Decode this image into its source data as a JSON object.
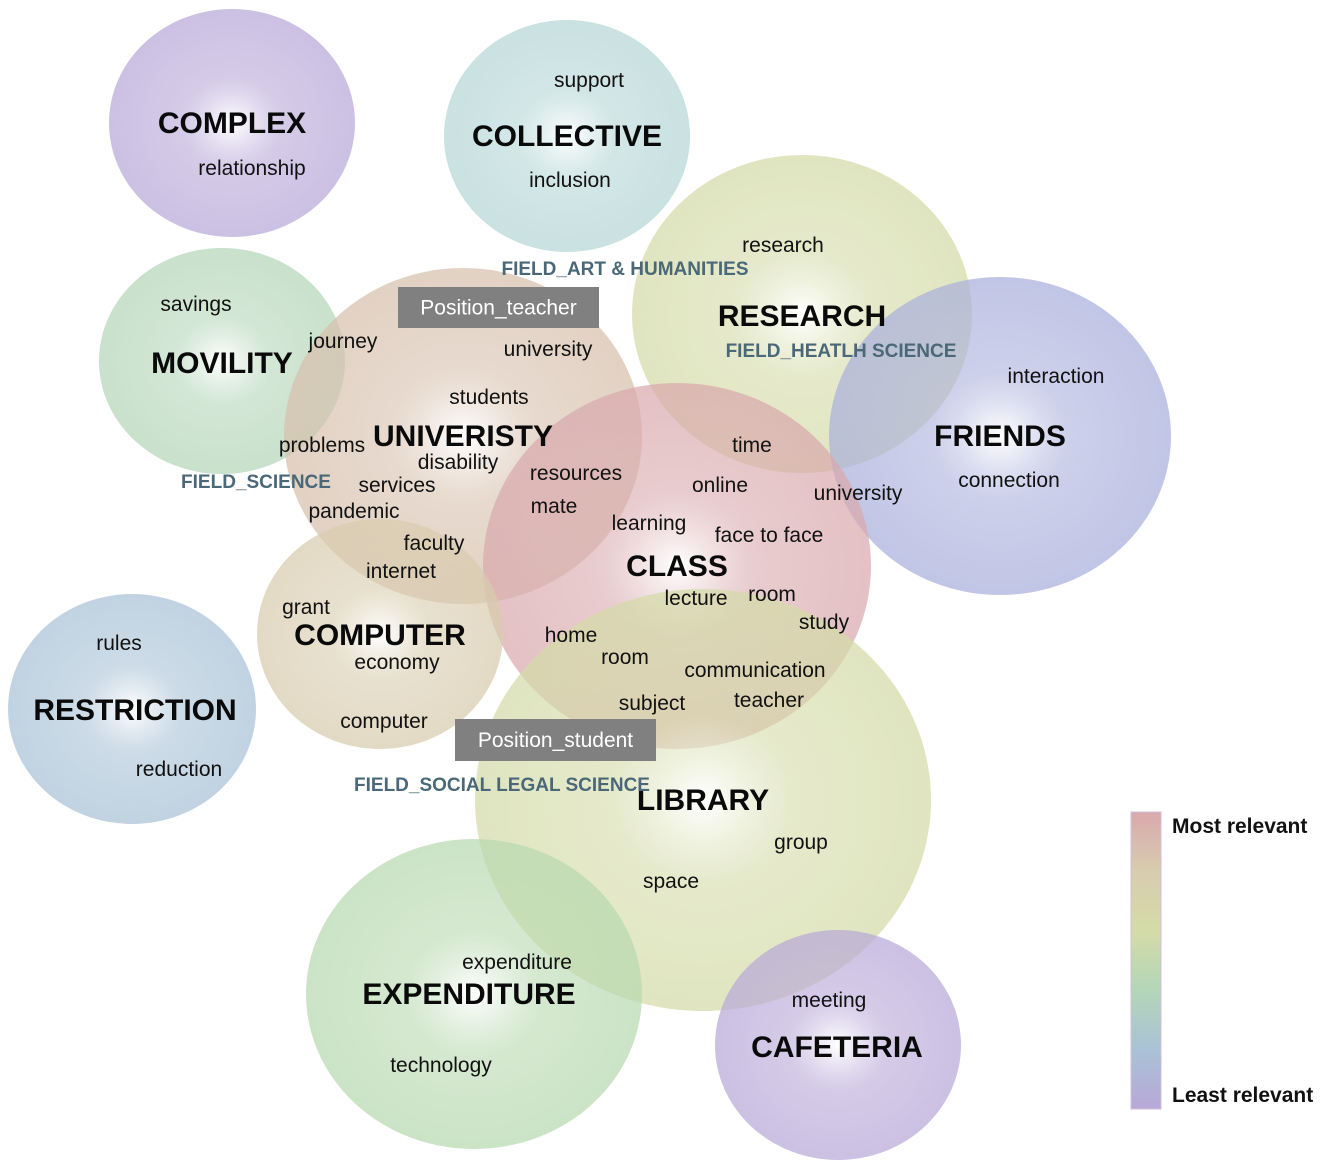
{
  "colors": {
    "purple": "#b8a8d8",
    "teal": "#b5d6d6",
    "olive": "#d4dba8",
    "lavender": "#aab0dc",
    "mauve": "#d9a9ad",
    "tan": "#d7c0ad",
    "sage": "#b4d6b8",
    "khaki": "#d8ccae",
    "steel": "#a9c2d6",
    "green": "#b8d9b0",
    "field_text": "#4a6878",
    "position_box": "#808080"
  },
  "bubbles": [
    {
      "id": "complex",
      "topic": "COMPLEX",
      "color": "purple",
      "words": [
        "relationship"
      ]
    },
    {
      "id": "collective",
      "topic": "COLLECTIVE",
      "color": "teal",
      "words": [
        "support",
        "inclusion"
      ]
    },
    {
      "id": "movility",
      "topic": "MOVILITY",
      "color": "sage",
      "words": [
        "savings",
        "journey"
      ]
    },
    {
      "id": "research",
      "topic": "RESEARCH",
      "color": "olive",
      "words": [
        "research"
      ]
    },
    {
      "id": "friends",
      "topic": "FRIENDS",
      "color": "lavender",
      "words": [
        "interaction",
        "connection",
        "university"
      ]
    },
    {
      "id": "univeristy",
      "topic": "UNIVERISTY",
      "color": "tan",
      "words": [
        "university",
        "students",
        "problems",
        "disability",
        "services",
        "pandemic",
        "faculty",
        "internet"
      ]
    },
    {
      "id": "class",
      "topic": "CLASS",
      "color": "mauve",
      "words": [
        "time",
        "resources",
        "online",
        "mate",
        "learning",
        "face to face",
        "lecture",
        "room",
        "study",
        "home",
        "room",
        "communication",
        "subject",
        "teacher"
      ]
    },
    {
      "id": "computer",
      "topic": "COMPUTER",
      "color": "khaki",
      "words": [
        "grant",
        "economy",
        "computer"
      ]
    },
    {
      "id": "restriction",
      "topic": "RESTRICTION",
      "color": "steel",
      "words": [
        "rules",
        "reduction"
      ]
    },
    {
      "id": "library",
      "topic": "LIBRARY",
      "color": "olive",
      "words": [
        "group",
        "space"
      ]
    },
    {
      "id": "expenditure",
      "topic": "EXPENDITURE",
      "color": "green",
      "words": [
        "expenditure",
        "technology"
      ]
    },
    {
      "id": "cafeteria",
      "topic": "CAFETERIA",
      "color": "purple",
      "words": [
        "meeting"
      ]
    }
  ],
  "fields": [
    "FIELD_ART & HUMANITIES",
    "FIELD_HEATLH SCIENCE",
    "FIELD_SCIENCE",
    "FIELD_SOCIAL LEGAL SCIENCE"
  ],
  "positions": [
    "Position_teacher",
    "Position_student"
  ],
  "legend": {
    "top_label": "Most relevant",
    "bottom_label": "Least relevant",
    "gradient": [
      "#d9a9ad",
      "#d8ccae",
      "#d4dba8",
      "#b4d6b8",
      "#a9c2d6",
      "#b8a8d8"
    ]
  }
}
